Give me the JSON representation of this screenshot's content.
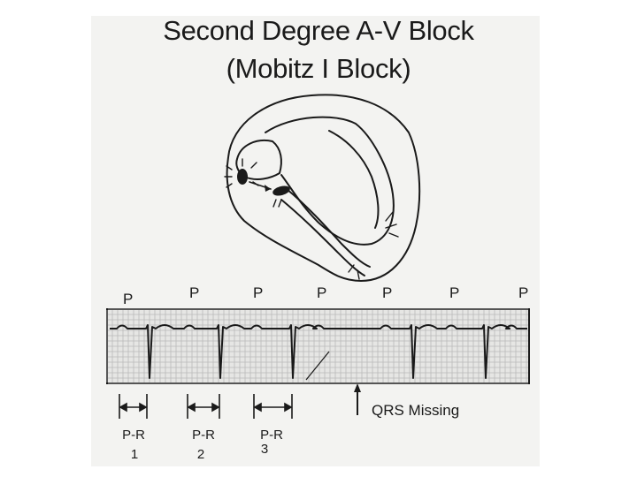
{
  "title": {
    "line1": "Second Degree A-V Block",
    "line2": "(Mobitz I Block)"
  },
  "ecg": {
    "p_wave_label": "P",
    "p_wave_count": 7,
    "qrs_missing_label": "QRS  Missing"
  },
  "intervals": [
    {
      "label": "P-R",
      "number": "1"
    },
    {
      "label": "P-R",
      "number": "2"
    },
    {
      "label": "P-R",
      "number": "3"
    }
  ],
  "colors": {
    "ink": "#1a1a1a",
    "paper": "#f3f3f1",
    "grid": "#b9b9b9"
  }
}
